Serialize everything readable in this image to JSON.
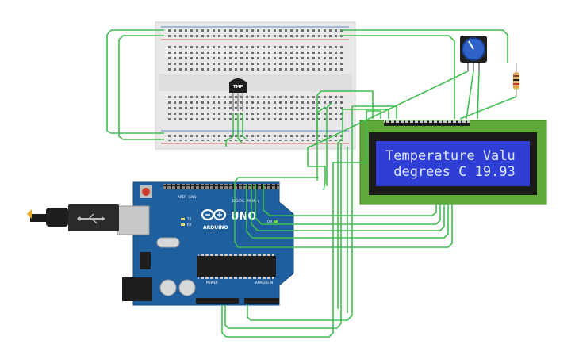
{
  "circuit": {
    "lcd": {
      "line1": "Temperature Valu",
      "line2": " degrees C 19.93"
    },
    "sensor_label": "TMP",
    "arduino": {
      "brand": "ARDUINO",
      "model": "UNO",
      "header_digital": "DIGITAL (PWM~)",
      "header_power": "POWER",
      "header_analog": "ANALOG IN",
      "on_label": "ON",
      "tx_label": "TX",
      "rx_label": "RX",
      "aref_label": "AREF",
      "gnd_label": "GND"
    },
    "colors": {
      "wire": "#3fbf4f",
      "board": "#1f5f9e",
      "lcd_screen": "#2f3fd6",
      "lcd_pcb": "#5fa83a"
    }
  }
}
